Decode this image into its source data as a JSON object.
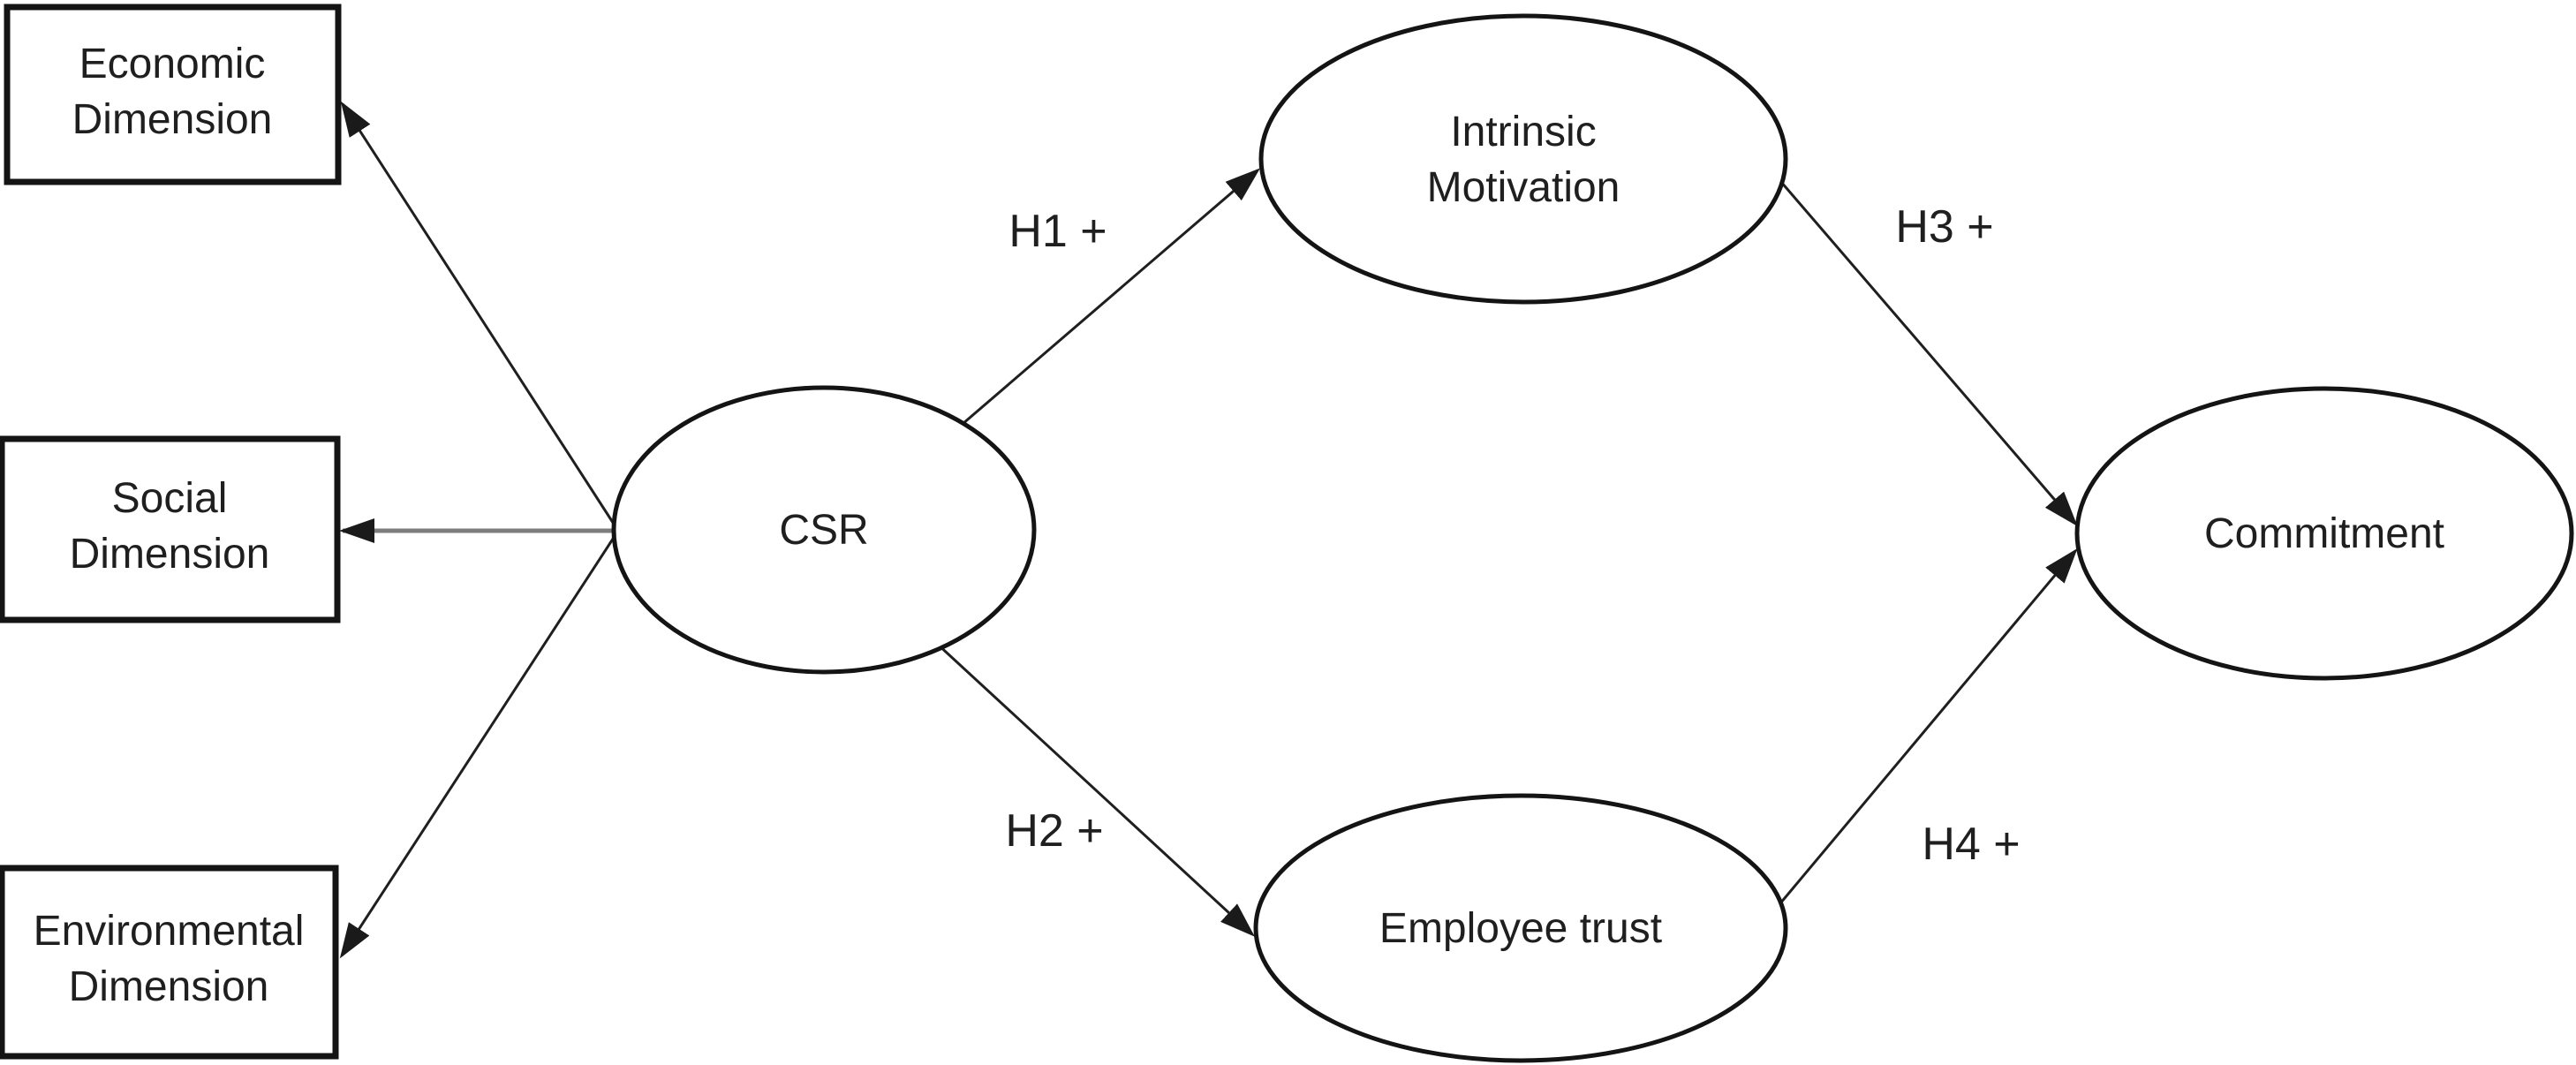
{
  "diagram": {
    "title": "CSR conceptual model",
    "colors": {
      "background": "#ffffff",
      "shape_stroke": "#141414",
      "edge_stroke": "#1f1f1f",
      "gray_edge_stroke": "#7d7d7d",
      "text": "#1f1f1f"
    },
    "nodes": {
      "economic": {
        "shape": "rectangle",
        "lines": [
          "Economic",
          "Dimension"
        ]
      },
      "social": {
        "shape": "rectangle",
        "lines": [
          "Social",
          "Dimension"
        ]
      },
      "environmental": {
        "shape": "rectangle",
        "lines": [
          "Environmental",
          "Dimension"
        ]
      },
      "csr": {
        "shape": "ellipse",
        "label": "CSR"
      },
      "intrinsic_motivation": {
        "shape": "ellipse",
        "lines": [
          "Intrinsic",
          "Motivation"
        ]
      },
      "employee_trust": {
        "shape": "ellipse",
        "label": "Employee trust"
      },
      "commitment": {
        "shape": "ellipse",
        "label": "Commitment"
      }
    },
    "edges": {
      "csr_economic": {
        "from": "csr",
        "to": "economic",
        "label": ""
      },
      "csr_social": {
        "from": "csr",
        "to": "social",
        "label": ""
      },
      "csr_environmental": {
        "from": "csr",
        "to": "environmental",
        "label": ""
      },
      "h1": {
        "from": "csr",
        "to": "intrinsic_motivation",
        "label": "H1 +"
      },
      "h2": {
        "from": "csr",
        "to": "employee_trust",
        "label": "H2 +"
      },
      "h3": {
        "from": "intrinsic_motivation",
        "to": "commitment",
        "label": "H3 +"
      },
      "h4": {
        "from": "employee_trust",
        "to": "commitment",
        "label": "H4 +"
      }
    }
  }
}
